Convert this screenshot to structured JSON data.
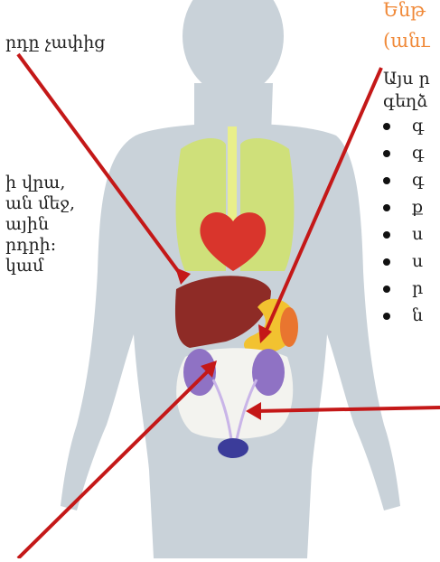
{
  "left_texts": {
    "top_line": "րդը չափից",
    "block": [
      "ի վրա,",
      "ան մեջ,",
      "ային",
      "րդրի:",
      "կամ"
    ]
  },
  "right_panel": {
    "heading_line1": "Ենթ",
    "heading_line2": "(անւ",
    "intro_line1": "Այս ր",
    "intro_line2": "գեղձ",
    "bullets": [
      "գ",
      "գ",
      "գ",
      "ք",
      "ս",
      "ս",
      "ր",
      "ն"
    ]
  },
  "colors": {
    "silhouette": "#c9d2d9",
    "lungs": "#cfe07a",
    "heart": "#d9352c",
    "liver": "#8e2b26",
    "stomach": "#f2c230",
    "kidneys": "#8f72c4",
    "intestine": "#f3f3ef",
    "bladder": "#3b3c9a",
    "arrow": "#c41818",
    "heading": "#f08a3a"
  }
}
